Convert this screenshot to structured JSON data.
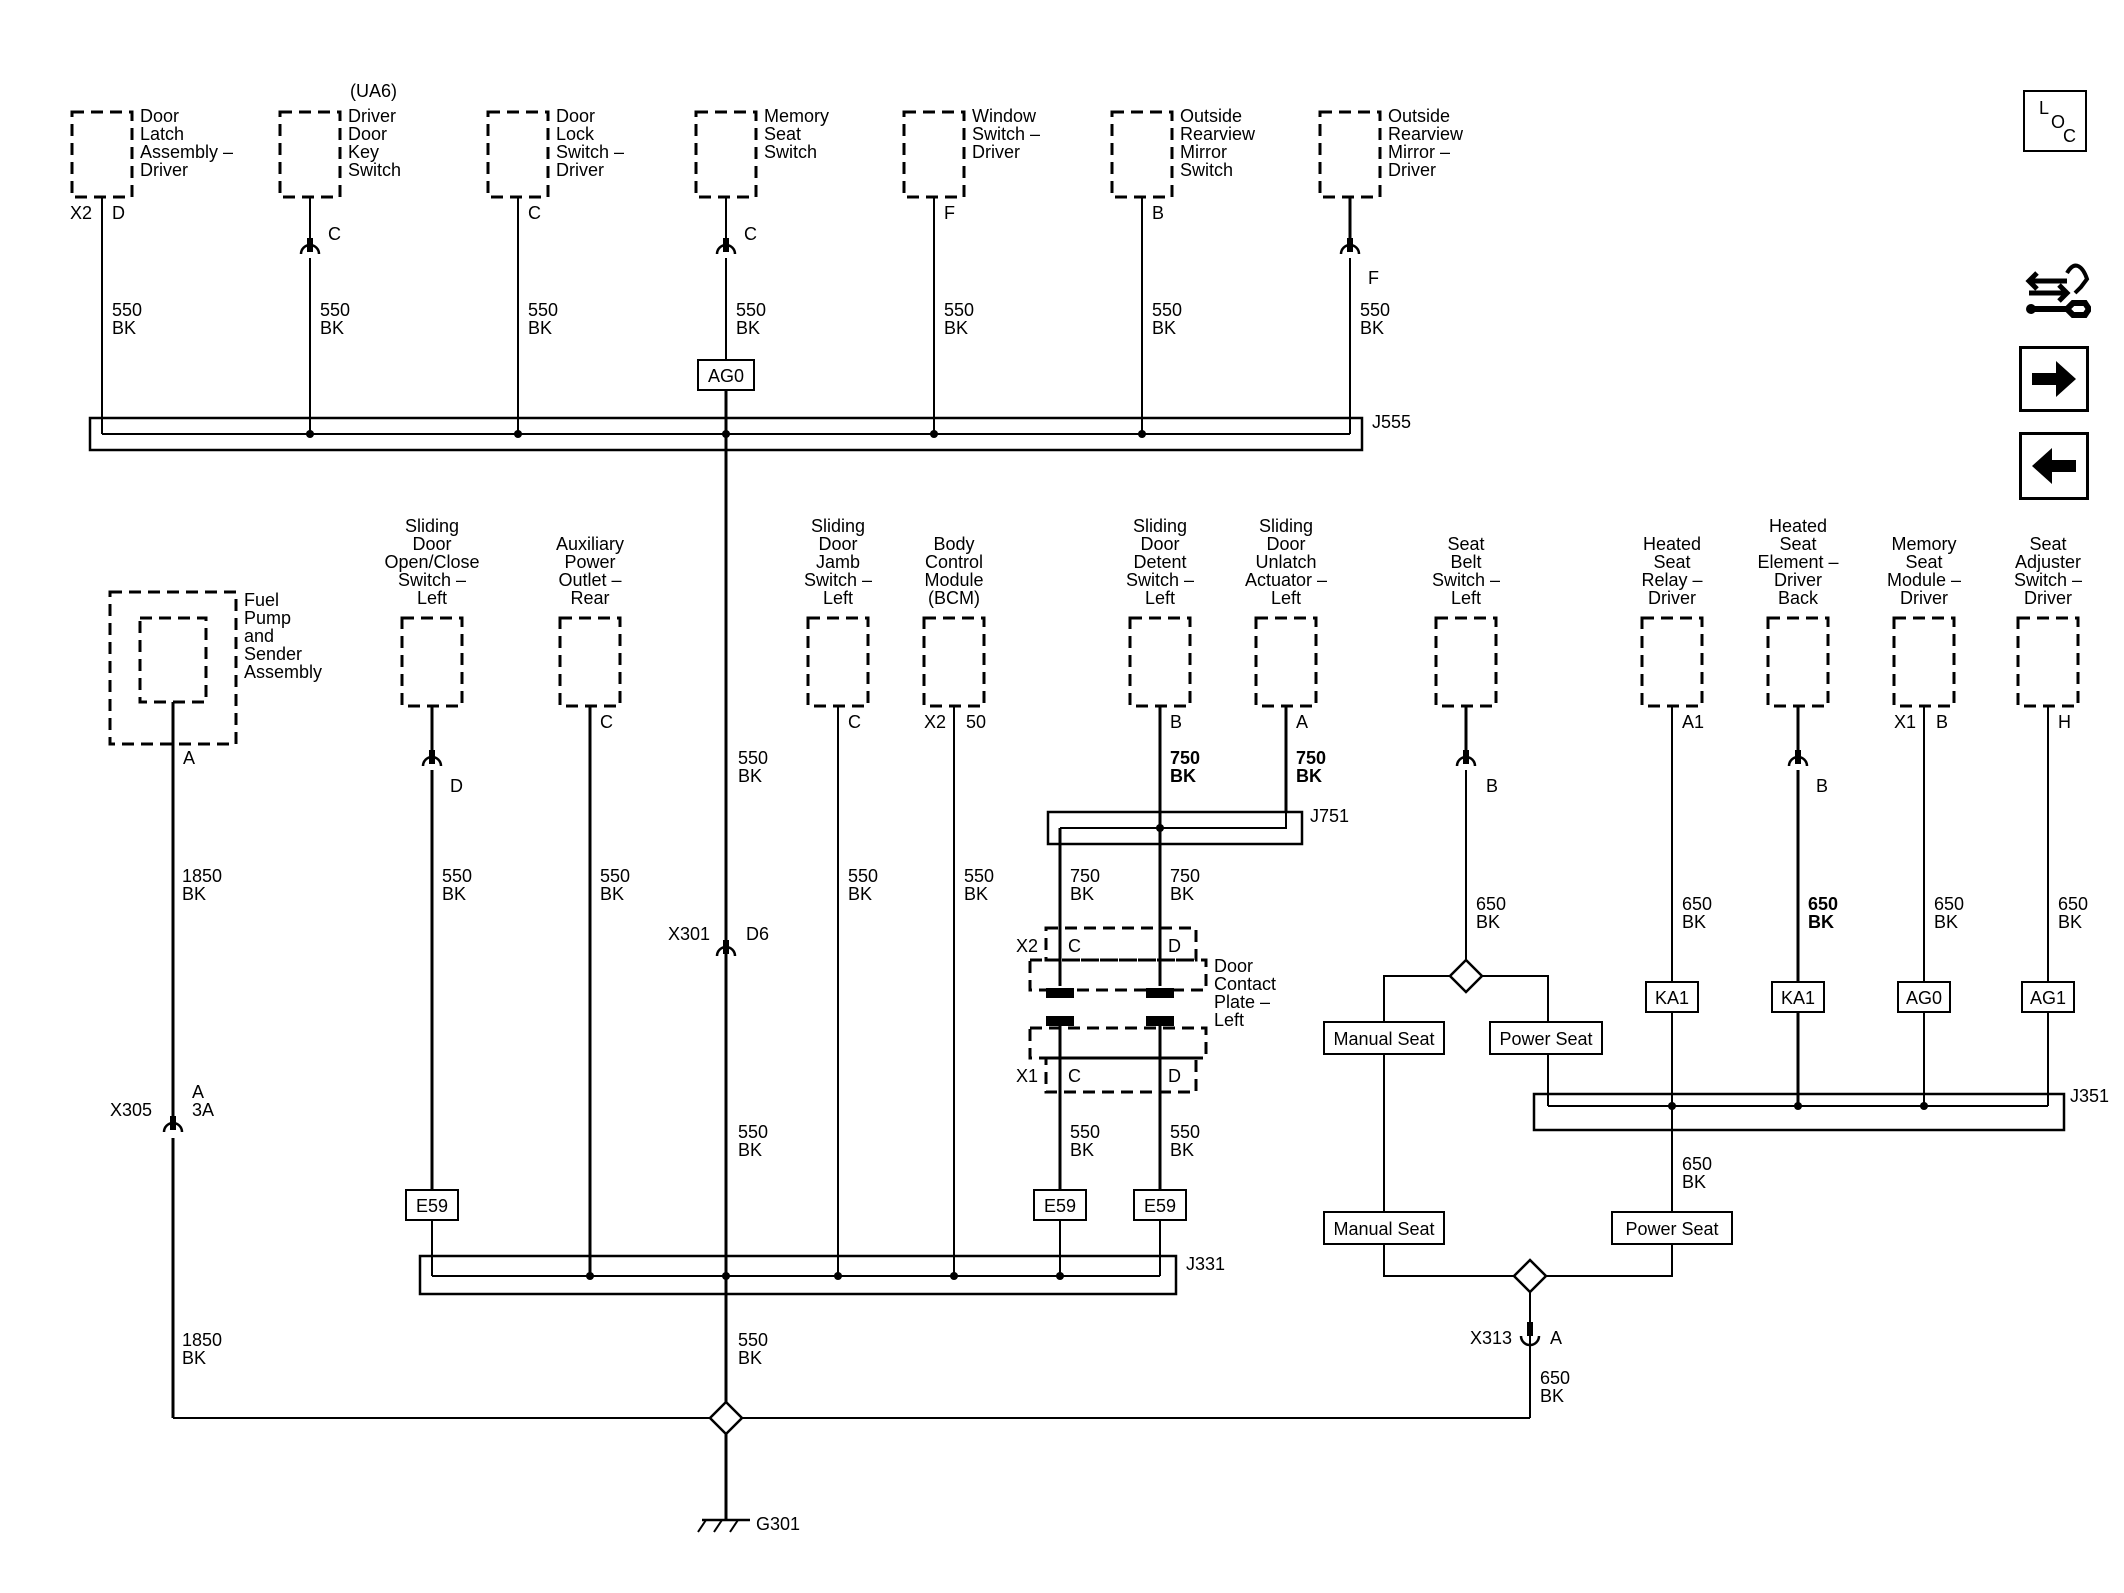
{
  "nav": {
    "loc_l": "L",
    "loc_o": "O",
    "loc_c": "C"
  },
  "comp": {
    "c1": [
      "Door",
      "Latch",
      "Assembly –",
      "Driver"
    ],
    "c2_top": "(UA6)",
    "c2": [
      "Driver",
      "Door",
      "Key",
      "Switch"
    ],
    "c3": [
      "Door",
      "Lock",
      "Switch –",
      "Driver"
    ],
    "c4": [
      "Memory",
      "Seat",
      "Switch"
    ],
    "c5": [
      "Window",
      "Switch –",
      "Driver"
    ],
    "c6": [
      "Outside",
      "Rearview",
      "Mirror",
      "Switch"
    ],
    "c7": [
      "Outside",
      "Rearview",
      "Mirror –",
      "Driver"
    ],
    "fuel": [
      "Fuel",
      "Pump",
      "and",
      "Sender",
      "Assembly"
    ],
    "sdo": [
      "Sliding",
      "Door",
      "Open/Close",
      "Switch –",
      "Left"
    ],
    "apo": [
      "Auxiliary",
      "Power",
      "Outlet –",
      "Rear"
    ],
    "sdj": [
      "Sliding",
      "Door",
      "Jamb",
      "Switch –",
      "Left"
    ],
    "bcm": [
      "Body",
      "Control",
      "Module",
      "(BCM)"
    ],
    "sdd": [
      "Sliding",
      "Door",
      "Detent",
      "Switch –",
      "Left"
    ],
    "sdu": [
      "Sliding",
      "Door",
      "Unlatch",
      "Actuator –",
      "Left"
    ],
    "sbs": [
      "Seat",
      "Belt",
      "Switch –",
      "Left"
    ],
    "hsr": [
      "Heated",
      "Seat",
      "Relay –",
      "Driver"
    ],
    "hse": [
      "Heated",
      "Seat",
      "Element –",
      "Driver",
      "Back"
    ],
    "msm": [
      "Memory",
      "Seat",
      "Module –",
      "Driver"
    ],
    "sas": [
      "Seat",
      "Adjuster",
      "Switch –",
      "Driver"
    ],
    "dcp": [
      "Door",
      "Contact",
      "Plate –",
      "Left"
    ]
  },
  "pins": {
    "c1_conn": "X2",
    "c1_pin": "D",
    "c2": "C",
    "c3": "C",
    "c4": "C",
    "c5": "F",
    "c6": "B",
    "c7": "F",
    "fuel": "A",
    "sdo": "D",
    "apo": "C",
    "sdj": "C",
    "bcm_conn": "X2",
    "bcm_pin": "50",
    "sdd": "B",
    "sdu": "A",
    "sbs": "B",
    "hsr": "A1",
    "hse": "B",
    "msm_conn": "X1",
    "msm_pin": "B",
    "sas": "H",
    "x2": "X2",
    "x1": "X1",
    "dcp_c": "C",
    "dcp_d": "D"
  },
  "wires": {
    "w550": "550",
    "w750": "750",
    "w650": "650",
    "w1850": "1850",
    "bk": "BK"
  },
  "splices": {
    "j555": "J555",
    "j751": "J751",
    "j331": "J331",
    "j351": "J351"
  },
  "connectors": {
    "x301": "X301",
    "x301_pin": "D6",
    "x305": "X305",
    "x305_pin_a": "A",
    "x305_pin_3a": "3A",
    "x313": "X313",
    "x313_pin": "A"
  },
  "codes": {
    "ag0": "AG0",
    "e59": "E59",
    "ka1": "KA1",
    "ag1": "AG1"
  },
  "options": {
    "manual_seat": "Manual Seat",
    "power_seat": "Power Seat"
  },
  "ground": "G301"
}
